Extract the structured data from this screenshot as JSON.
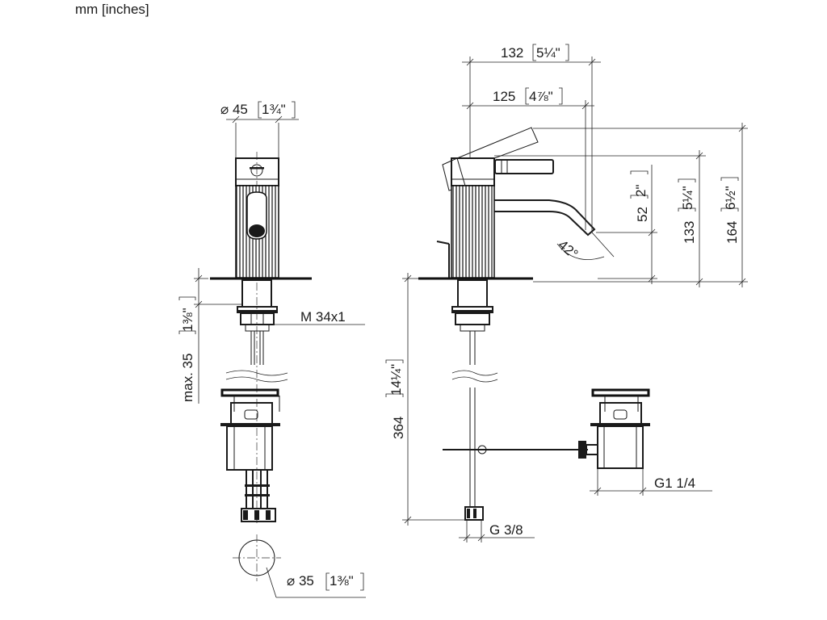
{
  "header": {
    "units": "mm [inches]"
  },
  "dimensions": {
    "dia45": "⌀ 45",
    "dia45_in": "1¾\"",
    "max35": "max. 35",
    "max35_in": "1⅜\"",
    "m34": "M 34x1",
    "d132": "132",
    "d132_in": "5¼\"",
    "d125": "125",
    "d125_in": "4⅞\"",
    "d52": "52",
    "d52_in": "2\"",
    "d133": "133",
    "d133_in": "5¼\"",
    "d164": "164",
    "d164_in": "6½\"",
    "angle": "42°",
    "d364": "364",
    "d364_in": "14¼\"",
    "g114": "G1 1/4",
    "g38": "G 3/8",
    "dia35": "⌀ 35",
    "dia35_in": "1⅜\""
  },
  "colors": {
    "line": "#1a1a1a",
    "background": "#ffffff"
  }
}
